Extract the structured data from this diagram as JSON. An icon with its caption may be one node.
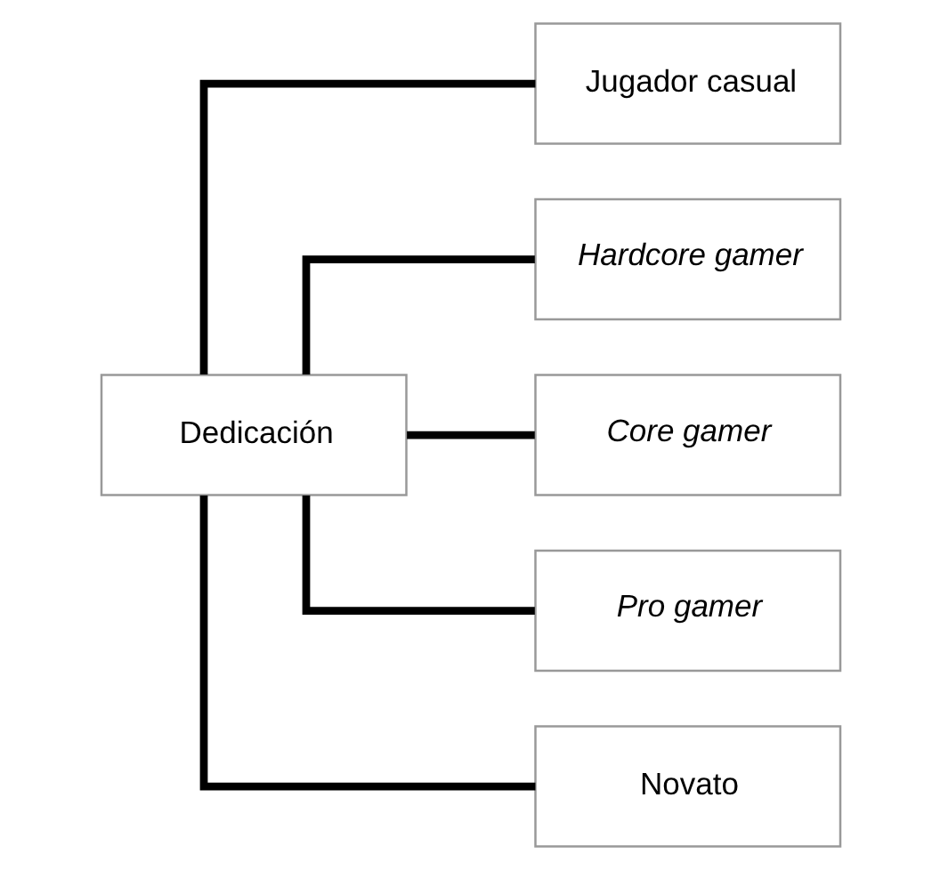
{
  "diagram": {
    "nodes": [
      {
        "text": [
          "Dedicación"
        ]
      },
      {
        "text": [
          "Jugador casual"
        ]
      },
      {
        "text": [
          "Hardcore gamer"
        ]
      },
      {
        "text": [
          "Core gamer"
        ]
      },
      {
        "text": [
          "Pro gamer"
        ]
      },
      {
        "text": [
          "Novato"
        ]
      }
    ],
    "edges": [
      {
        "from": 0,
        "to": 1,
        "arrow": "none"
      },
      {
        "from": 0,
        "to": 2,
        "arrow": "none"
      },
      {
        "from": 0,
        "to": 3,
        "arrow": "none"
      },
      {
        "from": 0,
        "to": 4,
        "arrow": "none"
      },
      {
        "from": 0,
        "to": 5,
        "arrow": "none"
      }
    ]
  }
}
